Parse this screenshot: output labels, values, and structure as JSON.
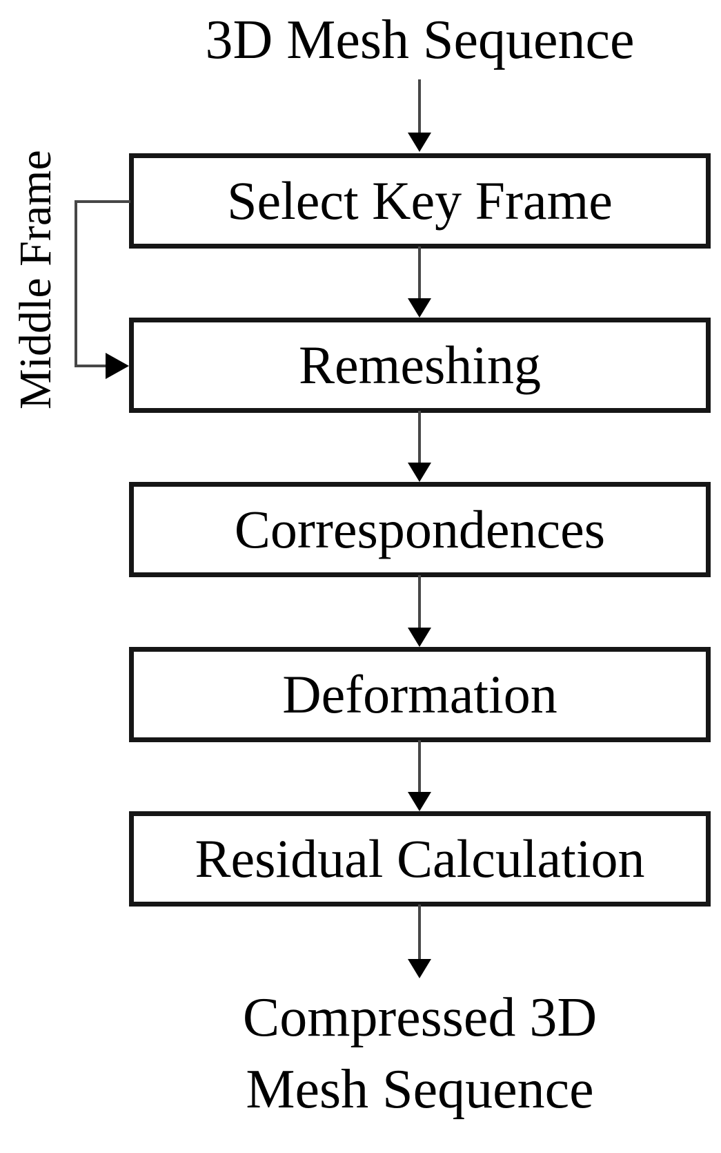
{
  "diagram": {
    "title": "3D Mesh Sequence",
    "side_label": "Middle Frame",
    "steps": [
      "Select Key Frame",
      "Remeshing",
      "Correspondences",
      "Deformation",
      "Residual Calculation"
    ],
    "output": {
      "line1": "Compressed 3D",
      "line2": "Mesh Sequence"
    },
    "colors": {
      "text": "#000000",
      "box_border": "#161616",
      "connector": "#474747",
      "arrowhead": "#000000",
      "background": "#ffffff"
    }
  }
}
